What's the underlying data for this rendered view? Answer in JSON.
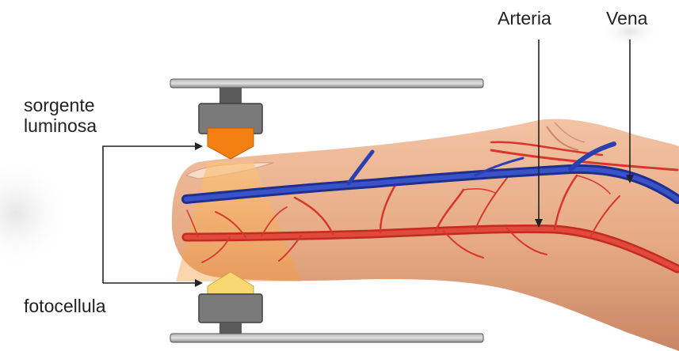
{
  "labels": {
    "light_source": [
      "sorgente",
      "luminosa"
    ],
    "photocell": "fotocellula",
    "artery": "Arteria",
    "vein": "Vena"
  },
  "colors": {
    "artery": "#d8362b",
    "vein": "#2a3fb2",
    "skin": "#e8ad88",
    "light_cone": "#f7b65a",
    "emitter": "#f57f12",
    "detector": "#f8d770",
    "device_housing": "#6b6b6b",
    "plate": "#8a8a8a",
    "leader_line": "#222222"
  },
  "icons": [
    "light-source-emitter-icon",
    "photocell-detector-icon"
  ]
}
